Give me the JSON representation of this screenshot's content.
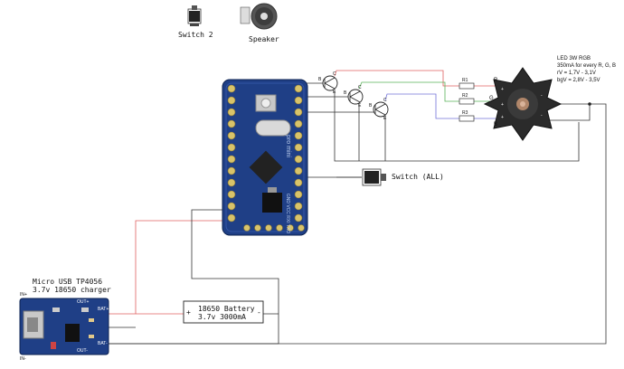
{
  "components": {
    "switch2": {
      "label": "Switch 2",
      "icon": "slide-switch-icon"
    },
    "speaker": {
      "label": "Speaker",
      "icon": "speaker-icon"
    },
    "arduino": {
      "silkscreen": "pro mini",
      "bottom_pins": "GND VCC RXI TXO"
    },
    "switch_all": {
      "label": "Switch (ALL)",
      "icon": "slide-switch-icon"
    },
    "charger": {
      "label_line1": "Micro USB TP4056",
      "label_line2": "3.7v 18650 charger",
      "pin_in_plus": "IN+",
      "pin_in_minus": "IN-",
      "pin_bat_plus": "BAT+",
      "pin_bat_minus": "BAT-",
      "pin_out_plus": "OUT+",
      "pin_out_minus": "OUT-"
    },
    "battery": {
      "line1": "18650 Battery",
      "line2": "3.7v 3000mA",
      "plus": "+",
      "minus": "-"
    },
    "led": {
      "line1": "LED 3W RGB",
      "line2": "350mA for every R, G, B",
      "line3": "rV = 1,7V - 3,1V",
      "line4": "bgV = 2,8V - 3,5V",
      "pin_r": "R",
      "pin_g": "G",
      "pin_b": "B",
      "pin_r_plus": "+",
      "pin_g_plus": "+",
      "pin_b_plus": "+",
      "pin_minus_1": "-",
      "pin_minus_2": "-"
    },
    "resistors": [
      "R1",
      "R2",
      "R3"
    ],
    "transistor_pins": {
      "base": "B",
      "collector": "C",
      "emitter": "E"
    }
  },
  "colors": {
    "wire": "#222222",
    "red_wire": "#e06060",
    "green_wire": "#59b159",
    "blue_wire": "#7272d8",
    "board": "#1f3f86",
    "pin": "#d8c36a"
  }
}
